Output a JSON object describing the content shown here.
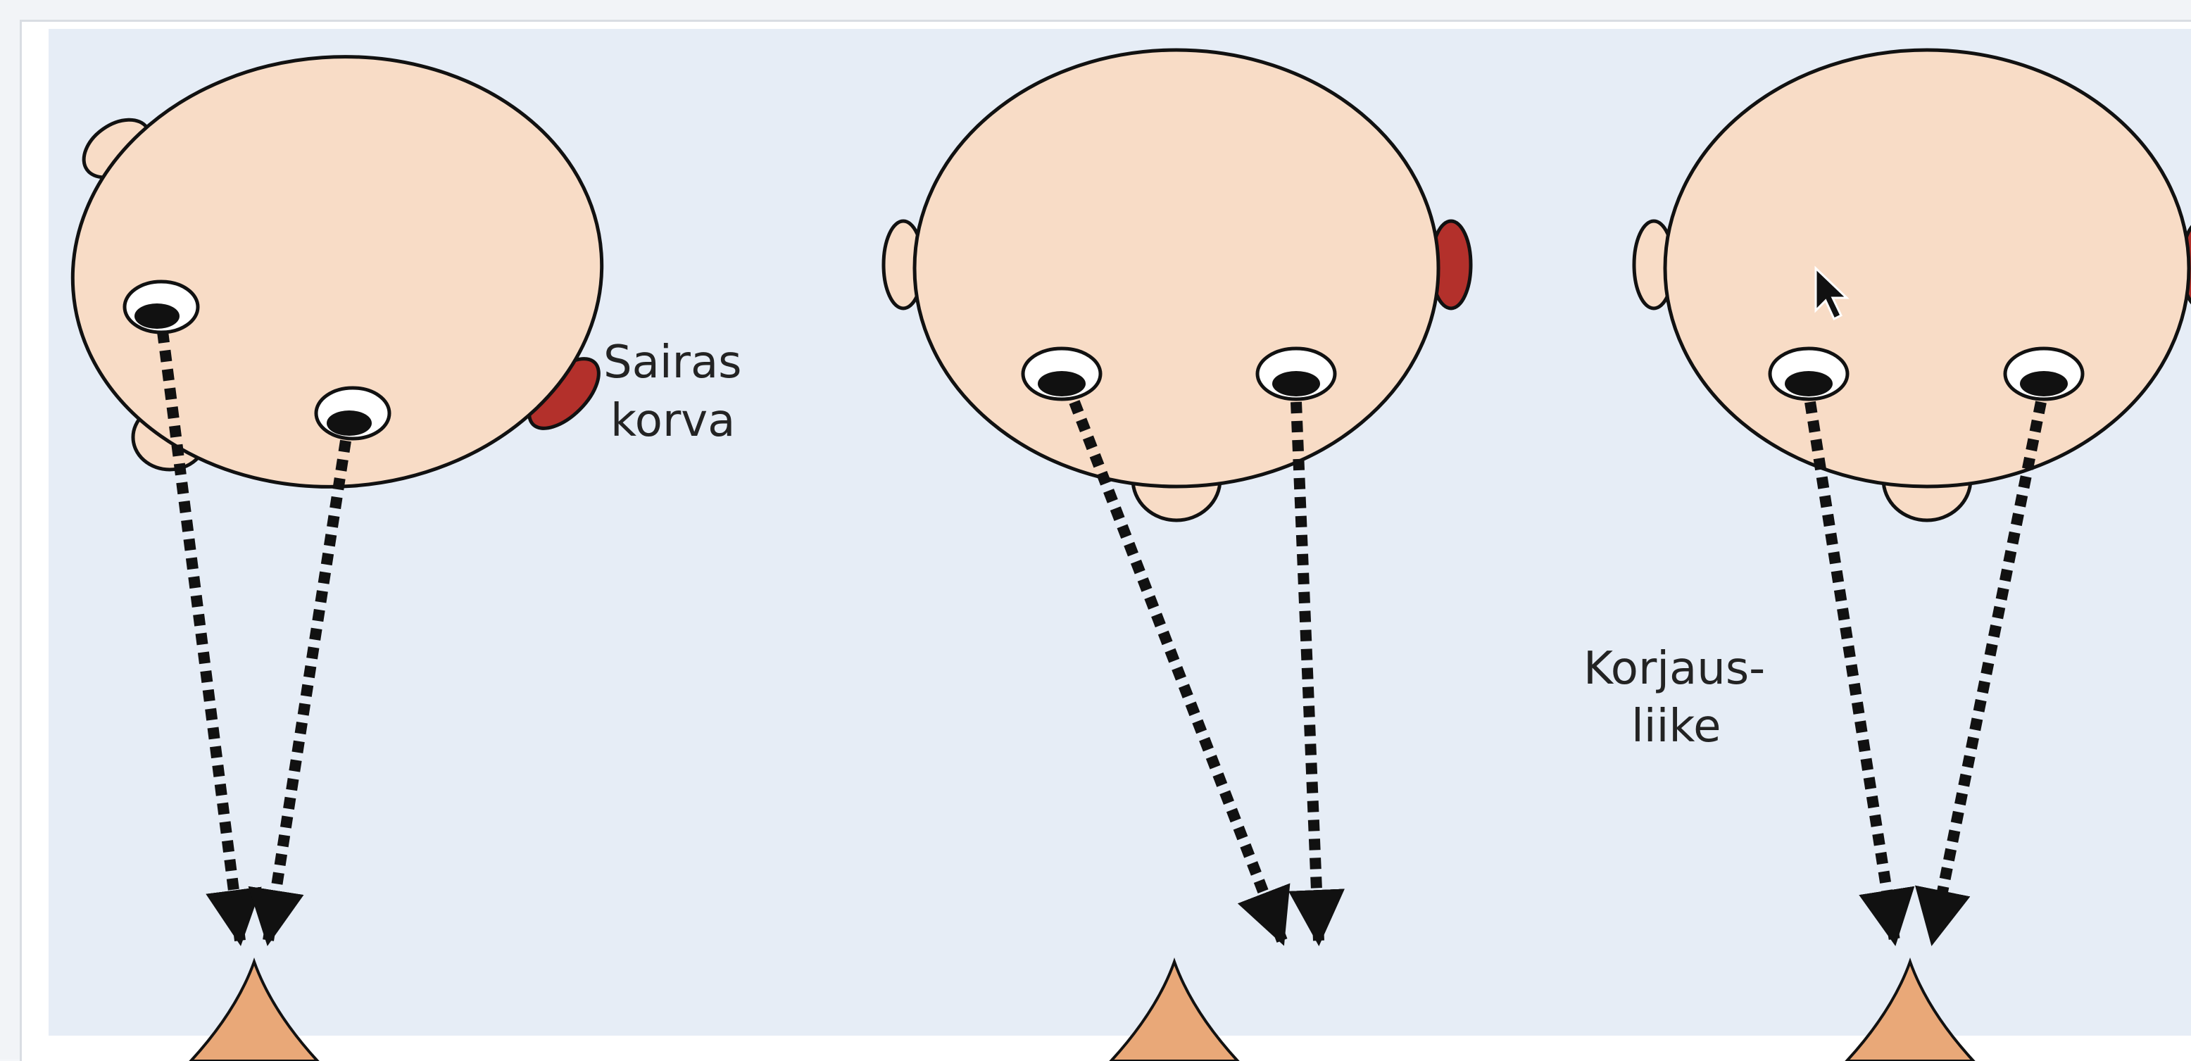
{
  "labels": {
    "sick_ear": [
      "Sairas",
      "korva"
    ],
    "correction": [
      "Korjaus-",
      "liike"
    ]
  },
  "colors": {
    "background": "#e6edf6",
    "skin": "#f8dcc6",
    "sick_ear": "#b3302b",
    "target": "#e9a878",
    "outline": "#111111"
  },
  "panels": [
    {
      "name": "head-rotated-toward-sick-ear"
    },
    {
      "name": "head-straight-eyes-deviated"
    },
    {
      "name": "head-straight-corrective-saccade"
    }
  ],
  "icons": [
    "mouse-cursor-icon"
  ]
}
